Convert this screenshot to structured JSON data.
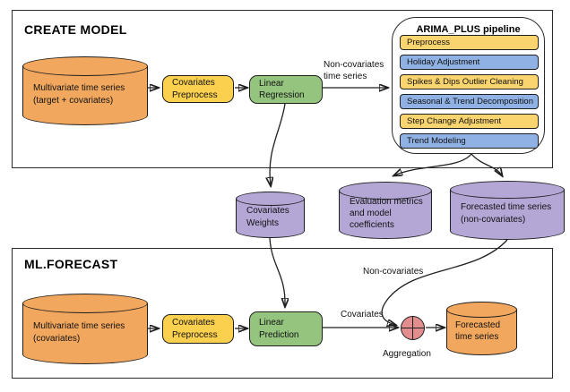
{
  "colors": {
    "line": "#1f1f1f",
    "orange": "#F1A75E",
    "yellow": "#FBD04E",
    "green": "#94C47E",
    "purple": "#B4A7D6",
    "row-yellow": "#FAD46E",
    "row-blue": "#8FB1E3",
    "red": "#E28E8E"
  },
  "create_model": {
    "title": "CREATE MODEL",
    "source_l1": "Multivariate time series",
    "source_l2": "(target + covariates)",
    "preprocess_l1": "Covariates",
    "preprocess_l2": "Preprocess",
    "regression_l1": "Linear",
    "regression_l2": "Regression",
    "arrow_l1": "Non-covariates",
    "arrow_l2": "time series",
    "pipeline": {
      "title": "ARIMA_PLUS pipeline",
      "steps": [
        {
          "label": "Preprocess",
          "tone": "yellow"
        },
        {
          "label": "Holiday Adjustment",
          "tone": "blue"
        },
        {
          "label": "Spikes & Dips Outlier Cleaning",
          "tone": "yellow"
        },
        {
          "label": "Seasonal & Trend Decomposition",
          "tone": "blue"
        },
        {
          "label": "Step Change Adjustment",
          "tone": "yellow"
        },
        {
          "label": "Trend Modeling",
          "tone": "blue"
        }
      ]
    }
  },
  "outputs": {
    "weights_l1": "Covariates",
    "weights_l2": "Weights",
    "eval_l1": "Evaluation metrics",
    "eval_l2": "and model",
    "eval_l3": "coefficients",
    "forecast_nc_l1": "Forecasted time series",
    "forecast_nc_l2": "(non-covariates)"
  },
  "ml_forecast": {
    "title": "ML.FORECAST",
    "source_l1": "Multivariate time series",
    "source_l2": "(covariates)",
    "preprocess_l1": "Covariates",
    "preprocess_l2": "Preprocess",
    "prediction_l1": "Linear",
    "prediction_l2": "Prediction",
    "covariates_label": "Covariates",
    "noncovariates_label": "Non-covariates",
    "aggregation_label": "Aggregation",
    "output_l1": "Forecasted",
    "output_l2": "time series"
  }
}
